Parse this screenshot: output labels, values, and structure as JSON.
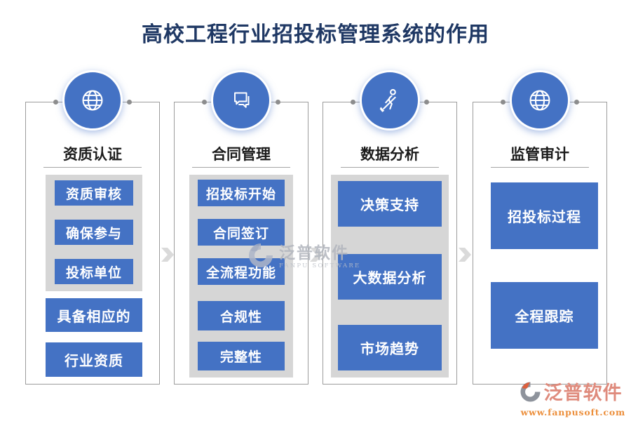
{
  "title": "高校工程行业招投标管理系统的作用",
  "columns": [
    {
      "icon": "globe-icon",
      "heading": "资质认证",
      "panel_items": [
        "资质审核",
        "确保参与",
        "投标单位"
      ],
      "standalone_items": [
        "具备相应的",
        "行业资质"
      ]
    },
    {
      "icon": "chat-bubbles-icon",
      "heading": "合同管理",
      "panel_items": [
        "招投标开始",
        "合同签订",
        "全流程功能",
        "合规性",
        "完整性"
      ],
      "standalone_items": []
    },
    {
      "icon": "digging-worker-icon",
      "heading": "数据分析",
      "panel_items": [
        "决策支持",
        "大数据分析",
        "市场趋势"
      ],
      "standalone_items": []
    },
    {
      "icon": "globe-icon",
      "heading": "监管审计",
      "panel_items": [],
      "standalone_items": [
        "招投标过程",
        "全程跟踪"
      ]
    }
  ],
  "watermark": {
    "text": "泛普软件",
    "subtext": "FANPU SOFTWARE"
  },
  "footer": {
    "brand": "泛普软件",
    "url": "www.fanpusoft.com"
  },
  "colors": {
    "accent_blue": "#4472C4",
    "panel_gray": "#D6D6D6",
    "title_navy": "#1F3864",
    "frame_gray": "#9C9C9C",
    "chevron_gray": "#DADADA",
    "brand_coral": "#DF8B7D",
    "brand_orange": "#EC8F3C"
  }
}
